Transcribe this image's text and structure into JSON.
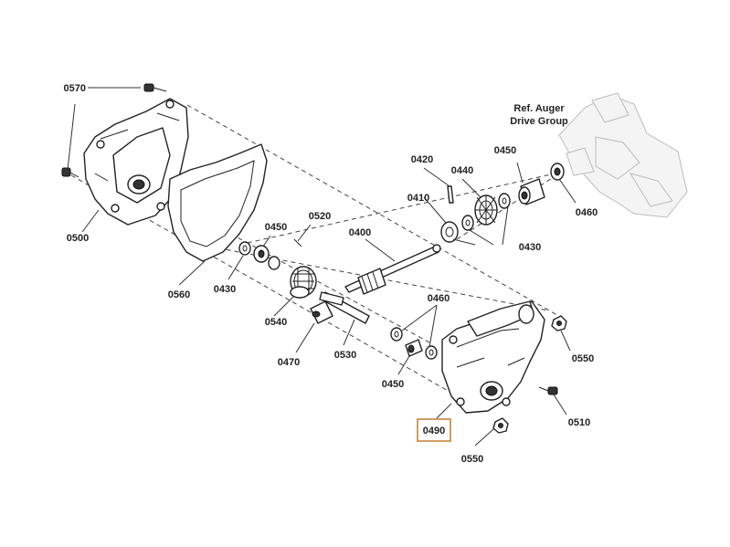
{
  "diagram": {
    "reference_label": [
      "Ref. Auger",
      "Drive Group"
    ],
    "highlight_color": "#c8843a",
    "part_labels": {
      "p0570": "0570",
      "p0500": "0500",
      "p0560": "0560",
      "p0430a": "0430",
      "p0450a": "0450",
      "p0520": "0520",
      "p0400": "0400",
      "p0540": "0540",
      "p0470": "0470",
      "p0530": "0530",
      "p0420": "0420",
      "p0410": "0410",
      "p0440": "0440",
      "p0450b": "0450",
      "p0460a": "0460",
      "p0430b": "0430",
      "p0460b": "0460",
      "p0450c": "0450",
      "p0550a": "0550",
      "p0510": "0510",
      "p0490": "0490",
      "p0550b": "0550"
    }
  }
}
